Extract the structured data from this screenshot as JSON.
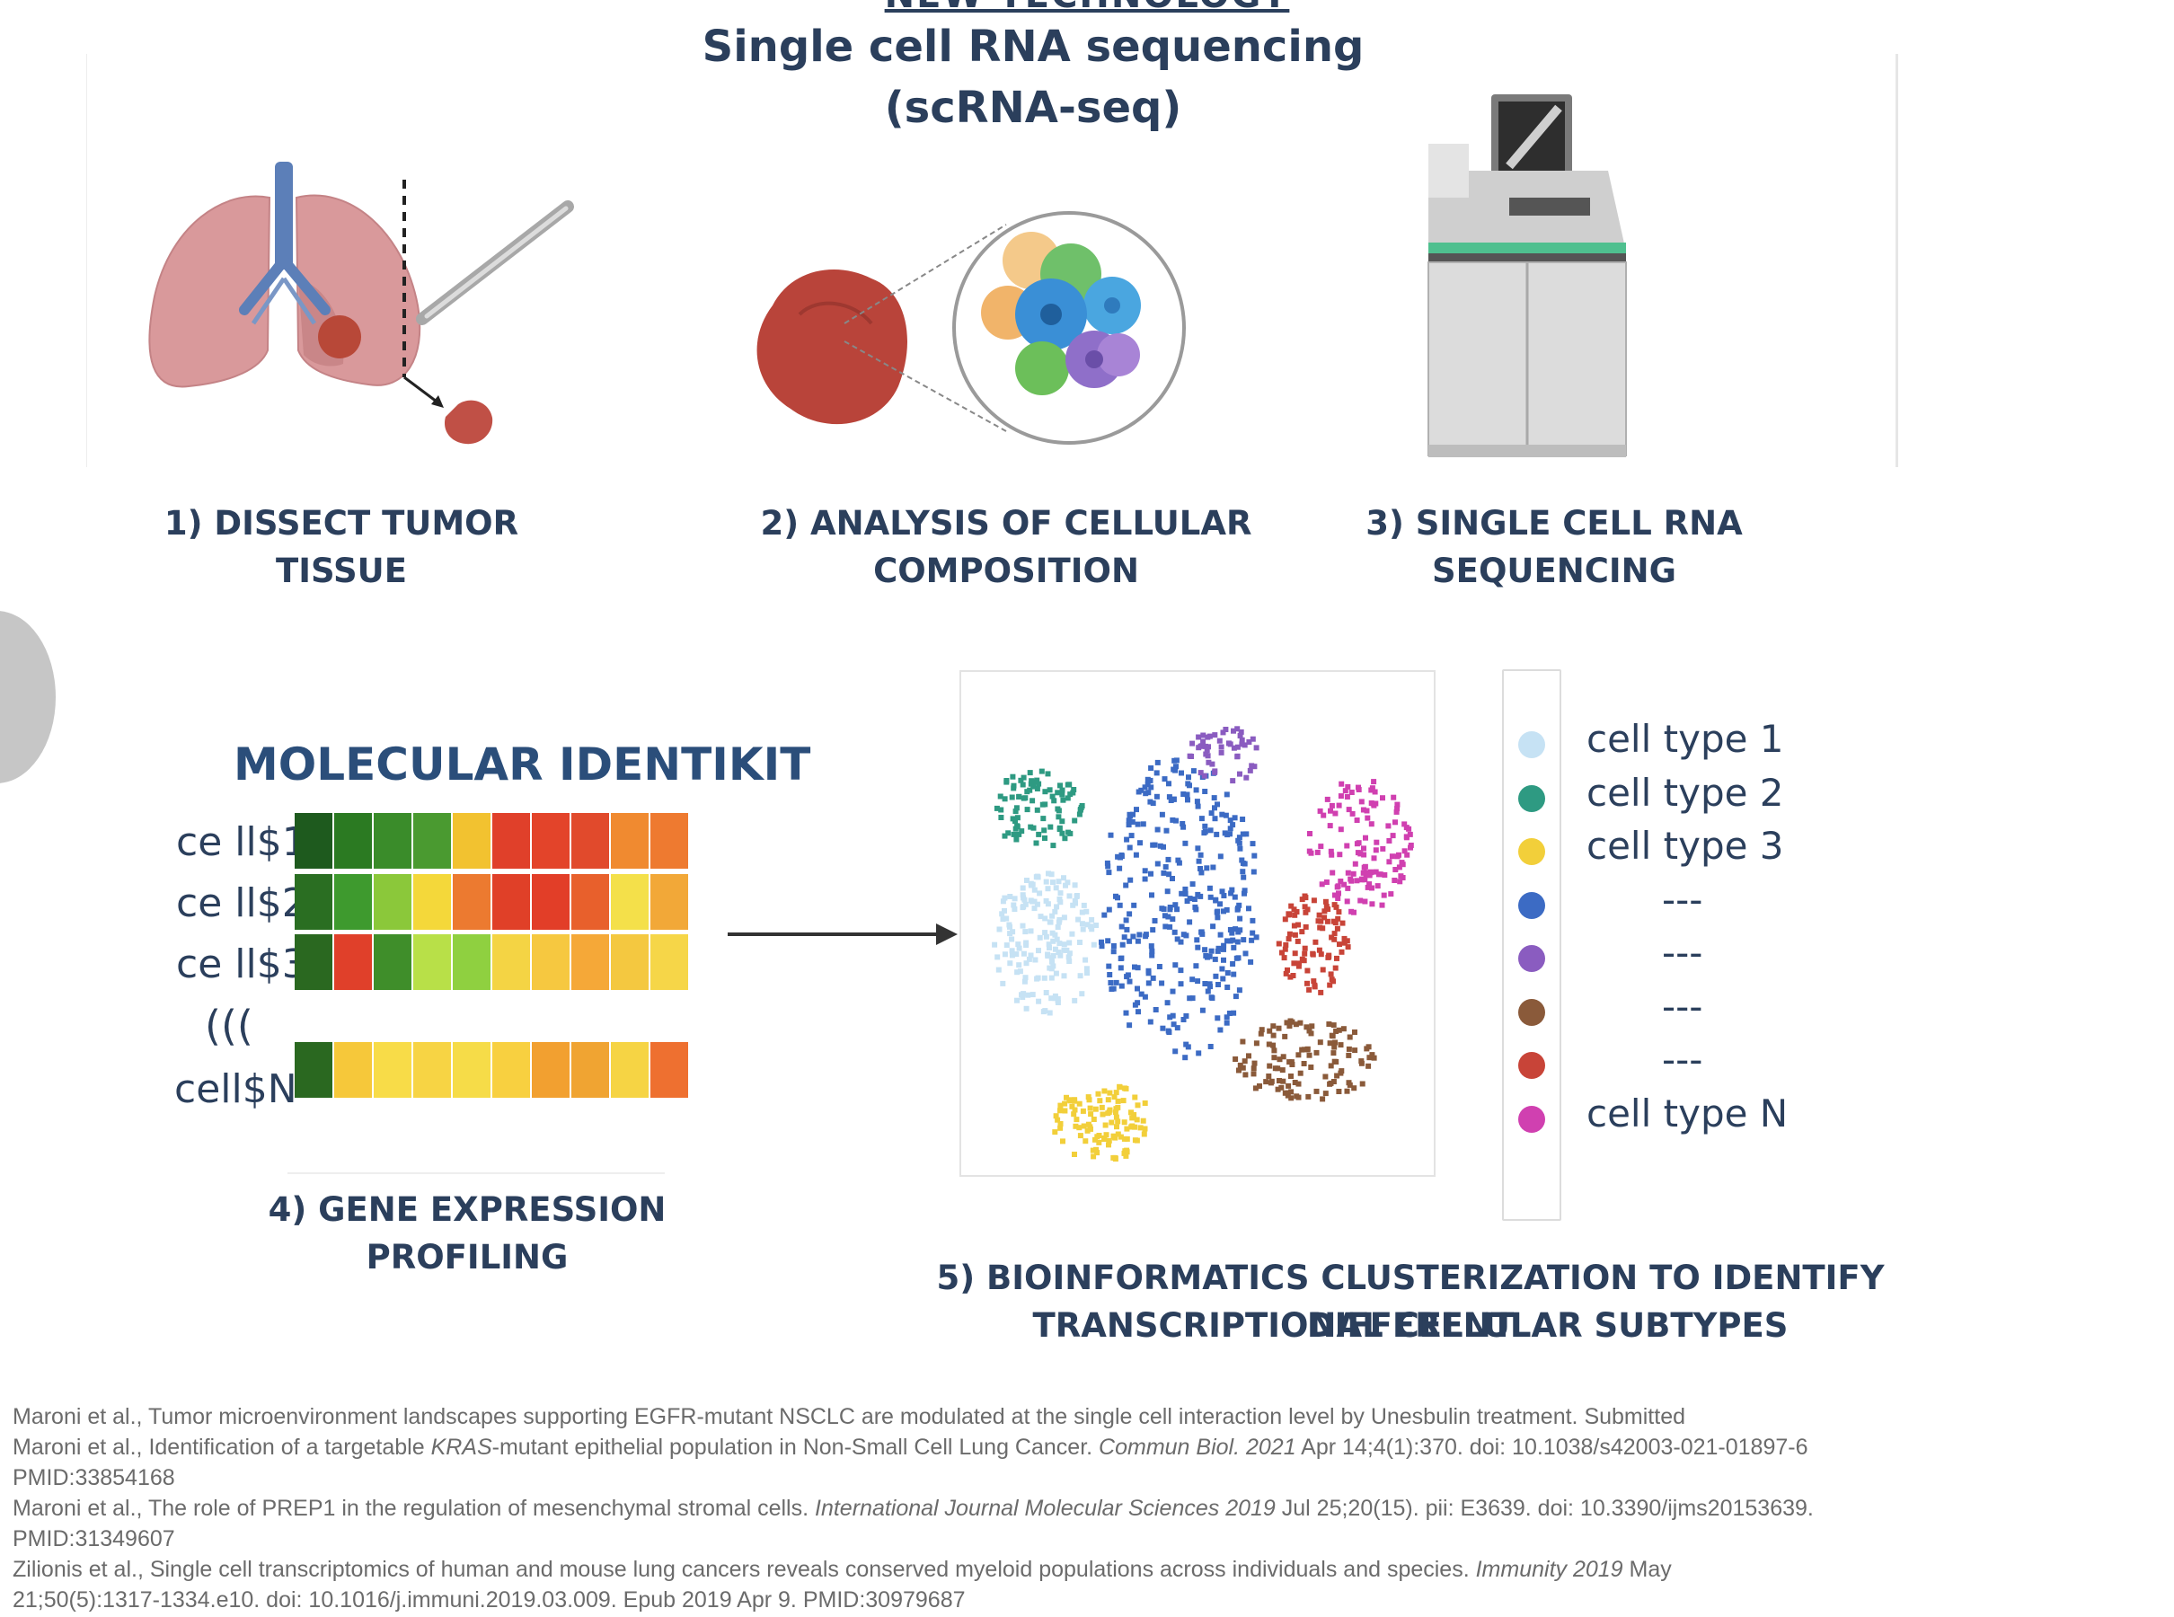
{
  "header": {
    "top_cut_label": "NEW TECHNOLOGY",
    "title_line1": "Single cell RNA sequencing",
    "title_line2": "(scRNA-seq)"
  },
  "steps": {
    "step1": "1) DISSECT TUMOR TISSUE",
    "step2_line1": "2) ANALYSIS OF CELLULAR",
    "step2_line2": "COMPOSITION",
    "step3_line1": "3) SINGLE CELL RNA",
    "step3_line2": "SEQUENCING",
    "step4": "4) GENE EXPRESSION PROFILING",
    "step5_line1": "5) BIOINFORMATICS CLUSTERIZATION TO IDENTIFY DIFFERENT",
    "step5_line2": "TRANSCRIPTIONAL CELLULAR SUBTYPES"
  },
  "heatmap": {
    "title": "MOLECULAR IDENTIKIT",
    "rows": [
      {
        "label": "ce ll$1",
        "colors": [
          "#1e5a1e",
          "#2b7a22",
          "#3a8c2a",
          "#4a9a30",
          "#f2c230",
          "#e0402a",
          "#e3442a",
          "#e14a2c",
          "#f08a30",
          "#ee7a30"
        ]
      },
      {
        "label": "ce ll$2",
        "colors": [
          "#2a6e22",
          "#3e9a2e",
          "#8bc83a",
          "#f4d83a",
          "#ec7a30",
          "#e04028",
          "#e23e28",
          "#e8602c",
          "#f4e04a",
          "#f2a838"
        ]
      },
      {
        "label": "ce ll$3",
        "colors": [
          "#2a6820",
          "#e0402a",
          "#3f8e2a",
          "#b8e048",
          "#8fd040",
          "#f4d444",
          "#f6c840",
          "#f5a838",
          "#f4c840",
          "#f6d648"
        ]
      },
      {
        "label": "cell$N",
        "colors": [
          "#2a6820",
          "#f6c83a",
          "#f8dc48",
          "#f7d444",
          "#f6dc48",
          "#f8d040",
          "#f2a030",
          "#f0a432",
          "#f6d444",
          "#ee7030"
        ]
      }
    ],
    "ellipsis": "((("
  },
  "legend": {
    "items": [
      {
        "color": "#c6e2f4",
        "label": "cell type 1"
      },
      {
        "color": "#2e9a82",
        "label": "cell type 2"
      },
      {
        "color": "#f2cf3a",
        "label": "cell type 3"
      },
      {
        "color": "#3c6bc4",
        "label": "---"
      },
      {
        "color": "#8a5cc0",
        "label": "---"
      },
      {
        "color": "#8a5a3a",
        "label": "---"
      },
      {
        "color": "#c84438",
        "label": "---"
      },
      {
        "color": "#d040b0",
        "label": "cell type N"
      }
    ]
  },
  "references": {
    "ref1": "Maroni et al., Tumor microenvironment landscapes supporting EGFR-mutant NSCLC are modulated at the single cell interaction level by Unesbulin treatment. Submitted",
    "ref2_a": "Maroni et al., Identification of a targetable ",
    "ref2_b": "KRAS",
    "ref2_c": "-mutant epithelial population in Non-Small Cell Lung Cancer. ",
    "ref2_d": "Commun Biol. 2021",
    "ref2_e": " Apr 14;4(1):370. doi: 10.1038/s42003-021-01897-6",
    "ref2_f": "PMID:33854168",
    "ref3_a": "Maroni et al., The role of PREP1 in the regulation of mesenchymal stromal cells. ",
    "ref3_b": "International Journal Molecular Sciences 2019",
    "ref3_c": " Jul 25;20(15). pii: E3639. doi: 10.3390/ijms20153639.",
    "ref3_d": "PMID:31349607",
    "ref4_a": "Zilionis et al., Single cell transcriptomics of human and mouse lung cancers reveals conserved myeloid populations across individuals and species. ",
    "ref4_b": "Immunity 2019",
    "ref4_c": " May",
    "ref4_d": "21;50(5):1317-1334.e10. doi: 10.1016/j.immuni.2019.03.009. Epub 2019 Apr 9. PMID:30979687"
  }
}
